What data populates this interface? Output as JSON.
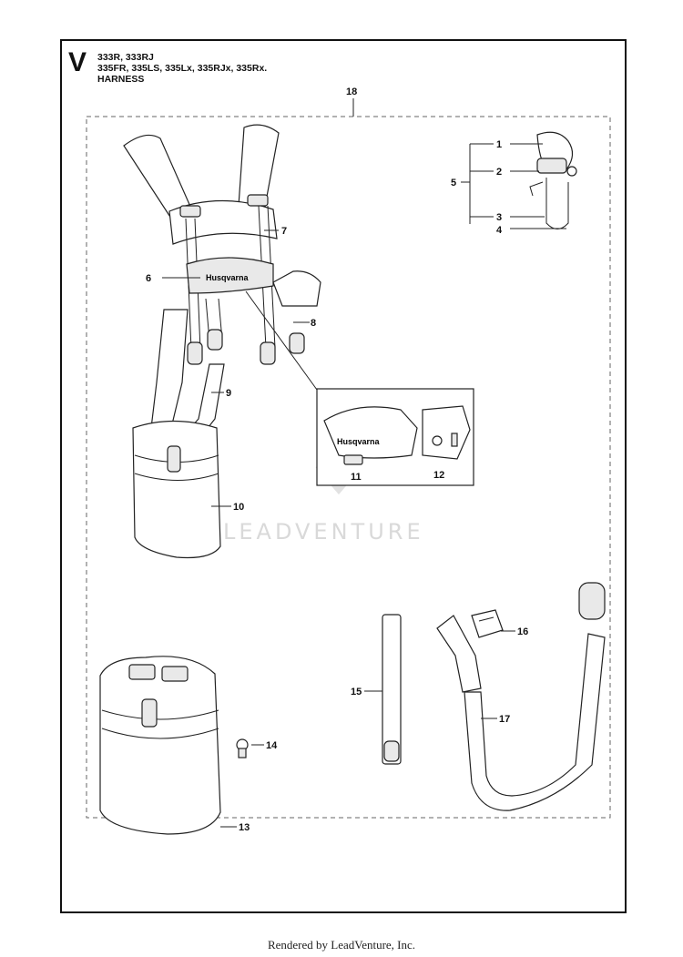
{
  "header": {
    "section_letter": "V",
    "models_line1": "333R, 333RJ",
    "models_line2": "335FR, 335LS, 335Lx, 335RJx, 335Rx.",
    "title": "HARNESS"
  },
  "brand_text": "Husqvarna",
  "watermark": "LEADVENTURE",
  "callouts": {
    "p1": "1",
    "p2": "2",
    "p3": "3",
    "p4": "4",
    "p5": "5",
    "p6": "6",
    "p7": "7",
    "p8": "8",
    "p9": "9",
    "p10": "10",
    "p11": "11",
    "p12": "12",
    "p13": "13",
    "p14": "14",
    "p15": "15",
    "p16": "16",
    "p17": "17",
    "p18": "18"
  },
  "footer": "Rendered by LeadVenture, Inc."
}
